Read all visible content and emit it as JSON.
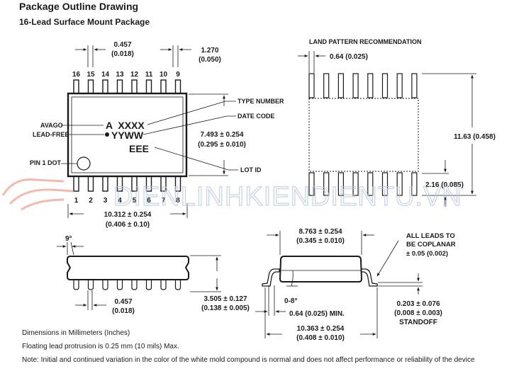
{
  "header": {
    "title": "Package Outline Drawing",
    "subtitle": "16-Lead Surface Mount Package"
  },
  "top_view": {
    "top_pin_numbers": [
      "16",
      "15",
      "14",
      "13",
      "12",
      "11",
      "10",
      "9"
    ],
    "bottom_pin_numbers": [
      "1",
      "2",
      "3",
      "4",
      "5",
      "6",
      "7",
      "8"
    ],
    "marking_line1": "A  XXXX",
    "marking_line2": "YYWW",
    "marking_line3": "EEE",
    "labels": {
      "avago": "AVAGO",
      "lead_free": "LEAD-FREE",
      "pin1_dot": "PIN 1 DOT",
      "type_number": "TYPE NUMBER",
      "date_code": "DATE CODE",
      "lot_id": "LOT ID"
    },
    "dims": {
      "pitch_mm": "0.457",
      "pitch_in": "(0.018)",
      "lead_spacing_mm": "1.270",
      "lead_spacing_in": "(0.050)",
      "body_width_mm": "7.493 ± 0.254",
      "body_width_in": "(0.295 ± 0.010)",
      "body_length_mm": "10.312 ± 0.254",
      "body_length_in": "(0.406 ± 0.10)"
    }
  },
  "land_pattern": {
    "title": "LAND PATTERN RECOMMENDATION",
    "pad_width": "0.64 (0.025)",
    "overall": "11.63 (0.458)",
    "pad_length": "2.16 (0.085)"
  },
  "side_view": {
    "angle": "9°",
    "lead_width_mm": "0.457",
    "lead_width_in": "(0.018)",
    "height_mm": "3.505 ± 0.127",
    "height_in": "(0.138 ± 0.005)"
  },
  "end_view": {
    "body_width_mm": "8.763 ± 0.254",
    "body_width_in": "(0.345 ± 0.010)",
    "coplanar_line1": "ALL LEADS TO",
    "coplanar_line2": "BE COPLANAR",
    "coplanar_line3": "± 0.05 (0.002)",
    "angle": "0-8°",
    "min_lead": "0.64 (0.025) MIN.",
    "standoff_mm": "0.203 ± 0.076",
    "standoff_in": "(0.008 ± 0.003)",
    "standoff_label": "STANDOFF",
    "overall_mm": "10.363 ± 0.254",
    "overall_in": "(0.408 ± 0.010)"
  },
  "notes": [
    "Dimensions in Millimeters (Inches)",
    "Floating lead protrusion is 0.25 mm (10 mils) Max.",
    "Note: Initial and continued variation in the color of the white mold compound is normal and does not affect performance or reliability of the device"
  ],
  "watermark": "DIENLINHKIENDIENTU.VN",
  "colors": {
    "line": "#1a1a1a",
    "watermark": "#b9c8e4",
    "watermark_logo": "#e8846c"
  }
}
